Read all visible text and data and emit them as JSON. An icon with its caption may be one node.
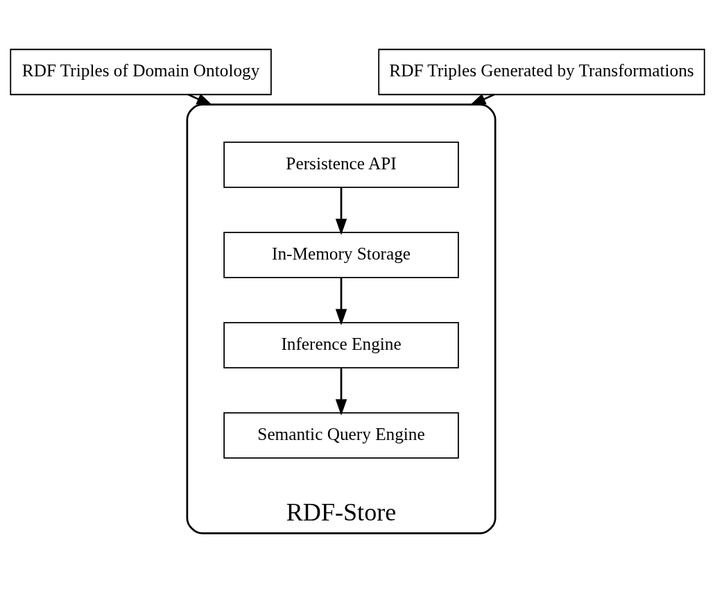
{
  "diagram": {
    "nodes": [
      {
        "text": [
          "RDF Triples of Domain Ontology"
        ]
      },
      {
        "text": [
          "RDF Triples Generated by Transformations"
        ]
      },
      {
        "text": [
          "RDF-Store"
        ]
      },
      {
        "text": [
          "Persistence API"
        ],
        "in": 2
      },
      {
        "text": [
          "In-Memory Storage"
        ],
        "in": 2
      },
      {
        "text": [
          "Inference Engine"
        ],
        "in": 2
      },
      {
        "text": [
          "Semantic Query Engine"
        ],
        "in": 2
      }
    ],
    "edges": [
      {
        "from": 0,
        "to": 2,
        "arrow": "to"
      },
      {
        "from": 1,
        "to": 2,
        "arrow": "to"
      },
      {
        "from": 3,
        "to": 4,
        "arrow": "to"
      },
      {
        "from": 4,
        "to": 5,
        "arrow": "to"
      },
      {
        "from": 5,
        "to": 6,
        "arrow": "to"
      }
    ]
  }
}
